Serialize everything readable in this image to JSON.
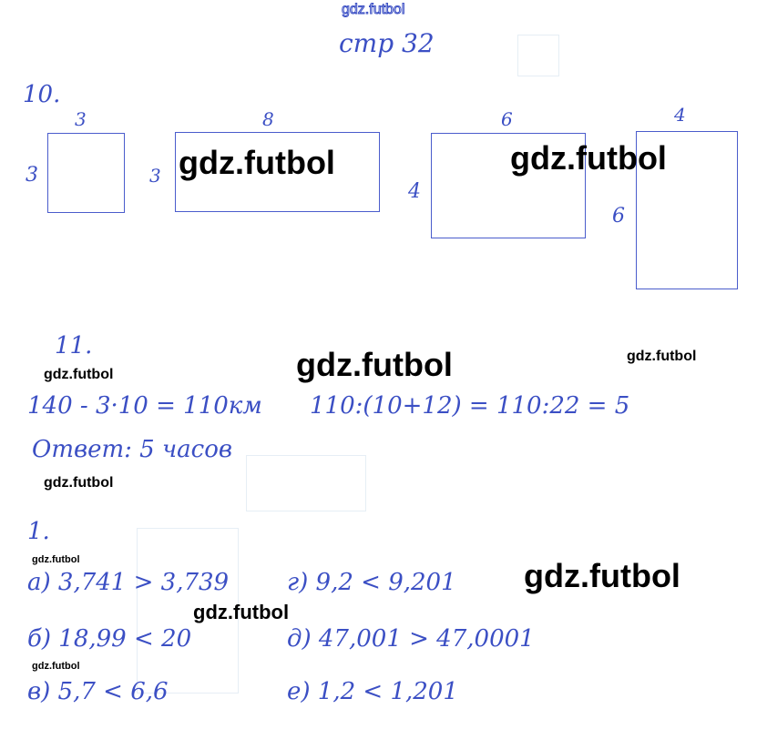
{
  "watermark": "gdz.futbol",
  "page_label": "стр 32",
  "task10": {
    "number": "10.",
    "rects": [
      {
        "top": "3",
        "side": "3"
      },
      {
        "top": "8",
        "side": "3"
      },
      {
        "top": "6",
        "side": "4"
      },
      {
        "top": "4",
        "side": "6"
      }
    ]
  },
  "task11": {
    "number": "11.",
    "line1": "140 - 3·10 = 110км",
    "line2": "110:(10+12) = 110:22 = 5",
    "answer": "Ответ: 5 часов"
  },
  "task1": {
    "number": "1.",
    "items": [
      "а) 3,741 > 3,739",
      "г) 9,2 < 9,201",
      "б) 18,99 < 20",
      "д) 47,001 > 47,0001",
      "в) 5,7 < 6,6",
      "е) 1,2 < 1,201"
    ]
  },
  "colors": {
    "ink": "#3b4fc4",
    "watermark": "#000000"
  }
}
